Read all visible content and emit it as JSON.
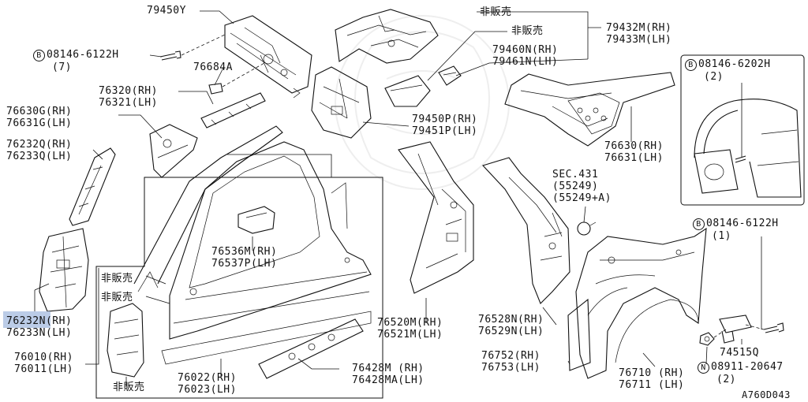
{
  "labels": {
    "l79450y": "79450Y",
    "bolt1_code": "08146-6122H",
    "bolt1_qty": "(7)",
    "l76684a": "76684A",
    "l76320": "76320(RH)",
    "l76321": "76321(LH)",
    "l76630g": "76630G(RH)",
    "l76631g": "76631G(LH)",
    "l76232q": "76232Q(RH)",
    "l76233q": "76233Q(LH)",
    "l76232n": "76232N(RH)",
    "l76233n": "76233N(LH)",
    "l76010": "76010(RH)",
    "l76011": "76011(LH)",
    "not_sold_a": "非販売",
    "not_sold_b": "非販売",
    "not_sold_c": "非販売",
    "not_sold_d": "非販売",
    "not_sold_e": "非販売",
    "l76536m": "76536M(RH)",
    "l76537p": "76537P(LH)",
    "l76022": "76022(RH)",
    "l76023": "76023(LH)",
    "l76428m": "76428M (RH)",
    "l76428ma": "76428MA(LH)",
    "l79450p": "79450P(RH)",
    "l79451p": "79451P(LH)",
    "l79432m": "79432M(RH)",
    "l79433m": "79433M(LH)",
    "l79460n": "79460N(RH)",
    "l79461n": "79461N(LH)",
    "l76520m": "76520M(RH)",
    "l76521m": "76521M(LH)",
    "l76528n": "76528N(RH)",
    "l76529n": "76529N(LH)",
    "sec431": "SEC.431",
    "sec_55249": "(55249)",
    "sec_55249a": "(55249+A)",
    "l76630": "76630(RH)",
    "l76631": "76631(LH)",
    "bolt2_code": "08146-6202H",
    "bolt2_qty": "(2)",
    "bolt3_code": "08146-6122H",
    "bolt3_qty": "(1)",
    "l74515q": "74515Q",
    "l76752": "76752(RH)",
    "l76753": "76753(LH)",
    "l76710": "76710 (RH)",
    "l76711": "76711 (LH)",
    "nut_code": "08911-20647",
    "nut_qty": "(2)",
    "diagram_code": "A760D043",
    "sym_b": "B",
    "sym_n": "N"
  },
  "colors": {
    "line": "#111111",
    "highlight": "#b4c6e4",
    "background": "#ffffff"
  }
}
